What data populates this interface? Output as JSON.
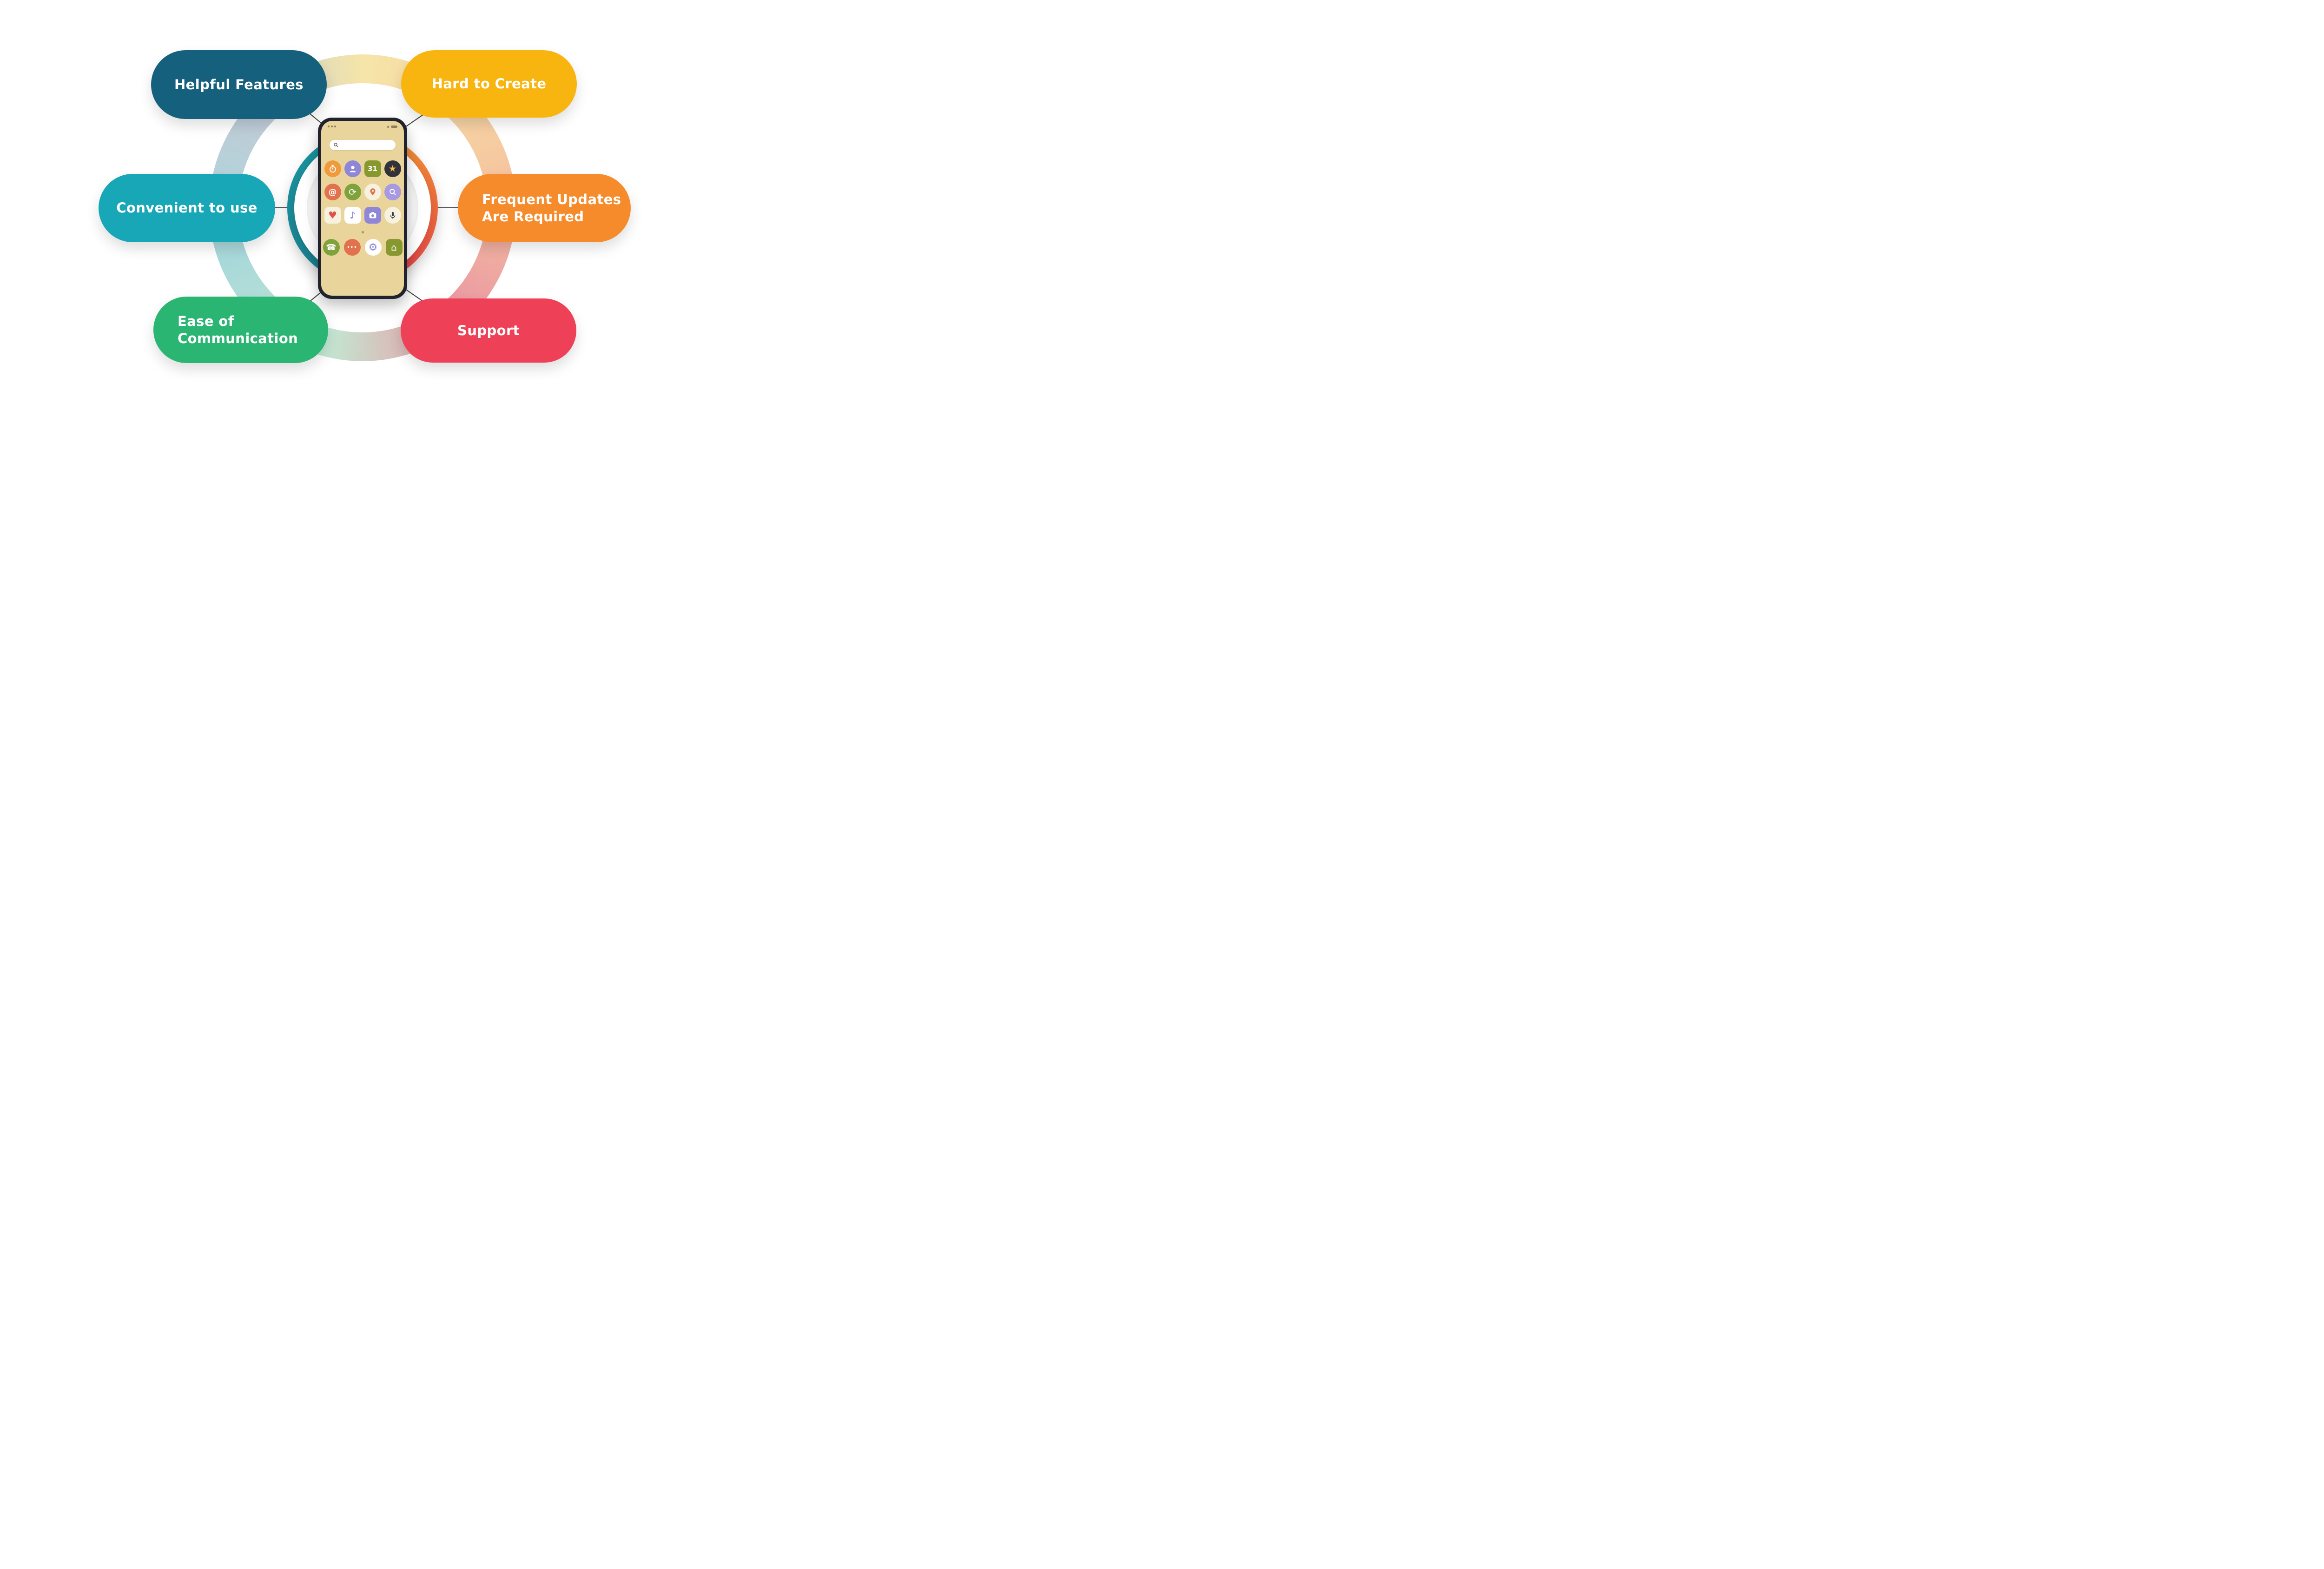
{
  "canvas": {
    "background": "#ffffff"
  },
  "bubbles": [
    {
      "id": "helpful-features",
      "label": "Helpful Features",
      "color": "#15607c"
    },
    {
      "id": "hard-to-create",
      "label": "Hard to Create",
      "color": "#f8b510"
    },
    {
      "id": "convenient-to-use",
      "label": "Convenient to use",
      "color": "#18a7b6"
    },
    {
      "id": "frequent-updates",
      "label": "Frequent Updates\nAre Required",
      "color": "#f68b2c"
    },
    {
      "id": "ease-of-communication",
      "label": "Ease of\nCommunication",
      "color": "#2ab573"
    },
    {
      "id": "support",
      "label": "Support",
      "color": "#ee4157"
    }
  ],
  "ring": {
    "pastel_colors": [
      "#f6e5a8",
      "#f6c9a0",
      "#ea96a1",
      "#c3e8d3",
      "#a8d8da",
      "#bfccd8"
    ],
    "inner_colors": [
      "#f2a12f",
      "#e9364d",
      "#1b7f8e",
      "#1b98a4"
    ]
  },
  "phone": {
    "frame_color": "#20222e",
    "screen_color": "#e9d59b",
    "calendar_day": "31",
    "page_indicator": "",
    "glyphs": {
      "star": "★",
      "at": "@",
      "sync": "⟳",
      "heart": "♥",
      "music": "♪",
      "messages": "•••",
      "settings": "⚙",
      "home": "⌂",
      "phone": "☎"
    },
    "icon_names": [
      "stopwatch-icon",
      "contacts-icon",
      "calendar-icon",
      "star-icon",
      "mail-icon",
      "sync-icon",
      "maps-icon",
      "search-app-icon",
      "health-icon",
      "music-icon",
      "camera-icon",
      "voice-icon",
      "phone-icon",
      "messages-icon",
      "settings-icon",
      "home-icon"
    ]
  }
}
